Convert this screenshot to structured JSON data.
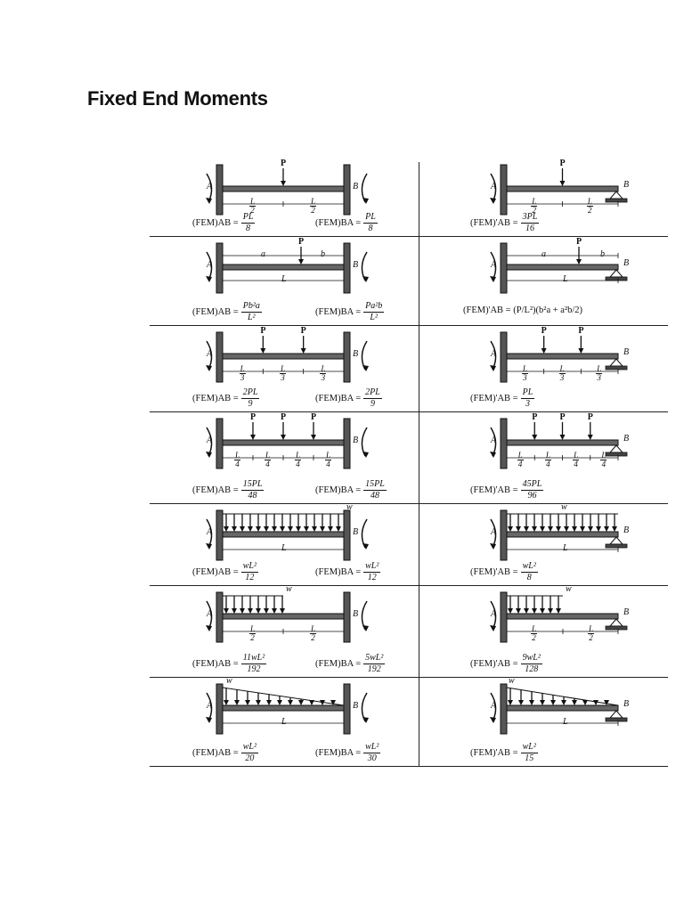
{
  "title": "Fixed End Moments",
  "rows": [
    {
      "left": {
        "labels": {
          "A": "A",
          "B": "B",
          "P": "P",
          "L": "L",
          "two": "2"
        },
        "eq_ab_lhs": "(FEM)AB =",
        "eq_ab_num": "PL",
        "eq_ab_den": "8",
        "eq_ba_lhs": "(FEM)BA =",
        "eq_ba_num": "PL",
        "eq_ba_den": "8"
      },
      "right": {
        "labels": {
          "A": "A",
          "B": "B",
          "P": "P",
          "L": "L",
          "two": "2"
        },
        "eq_lhs": "(FEM)'AB =",
        "eq_num": "3PL",
        "eq_den": "16"
      }
    },
    {
      "left": {
        "labels": {
          "A": "A",
          "B": "B",
          "P": "P",
          "a": "a",
          "b": "b",
          "L": "L"
        },
        "eq_ab_lhs": "(FEM)AB =",
        "eq_ab_num": "Pb²a",
        "eq_ab_den": "L²",
        "eq_ba_lhs": "(FEM)BA =",
        "eq_ba_num": "Pa²b",
        "eq_ba_den": "L²"
      },
      "right": {
        "labels": {
          "A": "A",
          "B": "B",
          "P": "P",
          "a": "a",
          "b": "b",
          "L": "L"
        },
        "eq_text": "(FEM)'AB = (P/L²)(b²a + a²b/2)"
      }
    },
    {
      "left": {
        "labels": {
          "A": "A",
          "B": "B",
          "P": "P",
          "L": "L",
          "three": "3"
        },
        "eq_ab_lhs": "(FEM)AB =",
        "eq_ab_num": "2PL",
        "eq_ab_den": "9",
        "eq_ba_lhs": "(FEM)BA =",
        "eq_ba_num": "2PL",
        "eq_ba_den": "9"
      },
      "right": {
        "labels": {
          "A": "A",
          "B": "B",
          "P": "P",
          "L": "L",
          "three": "3"
        },
        "eq_lhs": "(FEM)'AB =",
        "eq_num": "PL",
        "eq_den": "3"
      }
    },
    {
      "left": {
        "labels": {
          "A": "A",
          "B": "B",
          "P": "P",
          "L": "L",
          "four": "4"
        },
        "eq_ab_lhs": "(FEM)AB =",
        "eq_ab_num": "15PL",
        "eq_ab_den": "48",
        "eq_ba_lhs": "(FEM)BA =",
        "eq_ba_num": "15PL",
        "eq_ba_den": "48"
      },
      "right": {
        "labels": {
          "A": "A",
          "B": "B",
          "P": "P",
          "L": "L",
          "four": "4"
        },
        "eq_lhs": "(FEM)'AB =",
        "eq_num": "45PL",
        "eq_den": "96"
      }
    },
    {
      "left": {
        "labels": {
          "A": "A",
          "B": "B",
          "w": "w",
          "L": "L"
        },
        "eq_ab_lhs": "(FEM)AB =",
        "eq_ab_num": "wL²",
        "eq_ab_den": "12",
        "eq_ba_lhs": "(FEM)BA =",
        "eq_ba_num": "wL²",
        "eq_ba_den": "12"
      },
      "right": {
        "labels": {
          "A": "A",
          "B": "B",
          "w": "w",
          "L": "L"
        },
        "eq_lhs": "(FEM)'AB =",
        "eq_num": "wL²",
        "eq_den": "8"
      }
    },
    {
      "left": {
        "labels": {
          "A": "A",
          "B": "B",
          "w": "w",
          "L": "L",
          "two": "2"
        },
        "eq_ab_lhs": "(FEM)AB =",
        "eq_ab_num": "11wL²",
        "eq_ab_den": "192",
        "eq_ba_lhs": "(FEM)BA =",
        "eq_ba_num": "5wL²",
        "eq_ba_den": "192"
      },
      "right": {
        "labels": {
          "A": "A",
          "B": "B",
          "w": "w",
          "L": "L",
          "two": "2"
        },
        "eq_lhs": "(FEM)'AB =",
        "eq_num": "9wL²",
        "eq_den": "128"
      }
    },
    {
      "left": {
        "labels": {
          "A": "A",
          "B": "B",
          "w": "w",
          "L": "L"
        },
        "eq_ab_lhs": "(FEM)AB =",
        "eq_ab_num": "wL²",
        "eq_ab_den": "20",
        "eq_ba_lhs": "(FEM)BA =",
        "eq_ba_num": "wL²",
        "eq_ba_den": "30"
      },
      "right": {
        "labels": {
          "A": "A",
          "B": "B",
          "w": "w",
          "L": "L"
        },
        "eq_lhs": "(FEM)'AB =",
        "eq_num": "wL²",
        "eq_den": "15"
      }
    }
  ]
}
